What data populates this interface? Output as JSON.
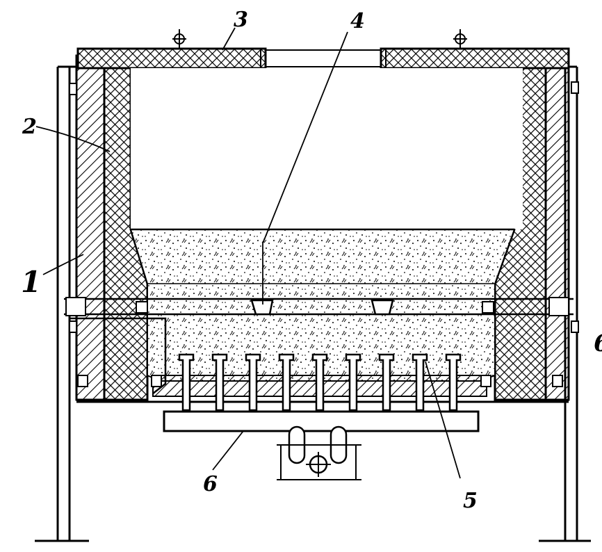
{
  "diagram": {
    "labels": {
      "frame": "1",
      "lining": "2",
      "lid": "3",
      "nozzle": "4",
      "charge": "5",
      "grate": "6"
    },
    "edge_mark": "6"
  }
}
